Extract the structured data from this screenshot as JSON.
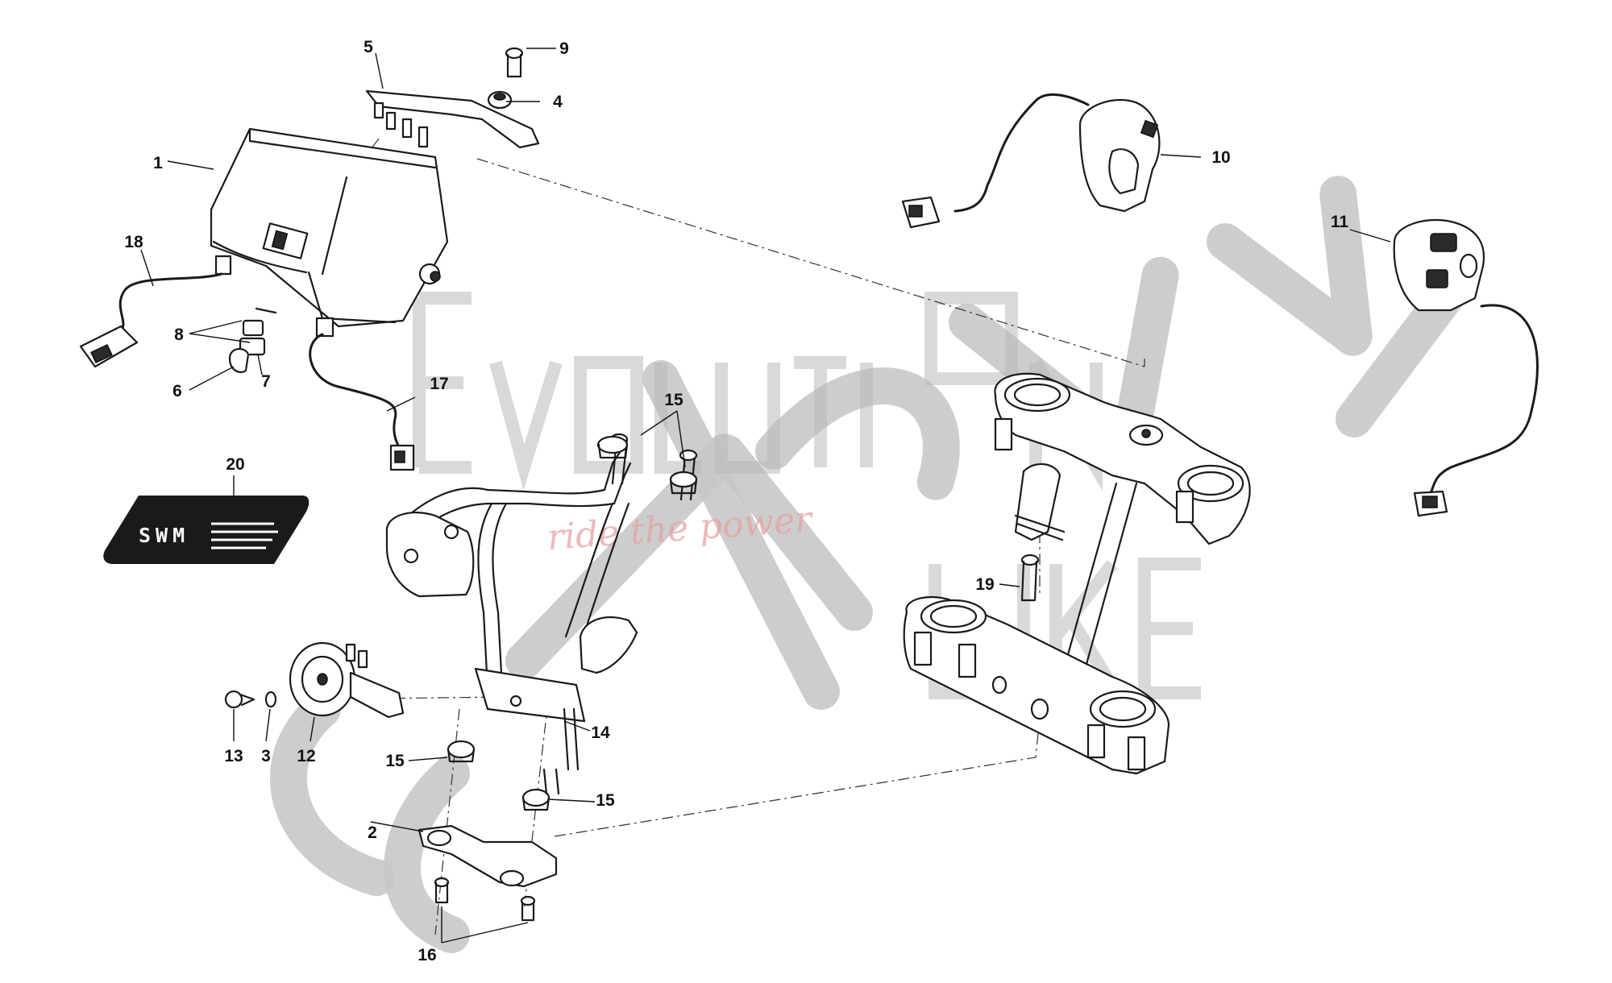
{
  "diagram": {
    "callouts": [
      {
        "id": "c1",
        "label": "1"
      },
      {
        "id": "c2",
        "label": "2"
      },
      {
        "id": "c3",
        "label": "3"
      },
      {
        "id": "c4",
        "label": "4"
      },
      {
        "id": "c5",
        "label": "5"
      },
      {
        "id": "c6",
        "label": "6"
      },
      {
        "id": "c7",
        "label": "7"
      },
      {
        "id": "c8",
        "label": "8"
      },
      {
        "id": "c9",
        "label": "9"
      },
      {
        "id": "c10",
        "label": "10"
      },
      {
        "id": "c11",
        "label": "11"
      },
      {
        "id": "c12",
        "label": "12"
      },
      {
        "id": "c13",
        "label": "13"
      },
      {
        "id": "c14",
        "label": "14"
      },
      {
        "id": "c15a",
        "label": "15"
      },
      {
        "id": "c15b",
        "label": "15"
      },
      {
        "id": "c15c",
        "label": "15"
      },
      {
        "id": "c16",
        "label": "16"
      },
      {
        "id": "c17",
        "label": "17"
      },
      {
        "id": "c18",
        "label": "18"
      },
      {
        "id": "c19",
        "label": "19"
      },
      {
        "id": "c20",
        "label": "20"
      }
    ],
    "decal_text": "SWM"
  },
  "watermark": {
    "line1": "EVOLUTION",
    "line2": "BIKE",
    "diagonal": "SCHLIPAY",
    "script": "ride the power"
  },
  "colors": {
    "line": "#1a1a1a",
    "watermark_gray": "#b9b9b9",
    "watermark_script": "#e7a2a2",
    "decal_fill": "#1a1a1a"
  }
}
